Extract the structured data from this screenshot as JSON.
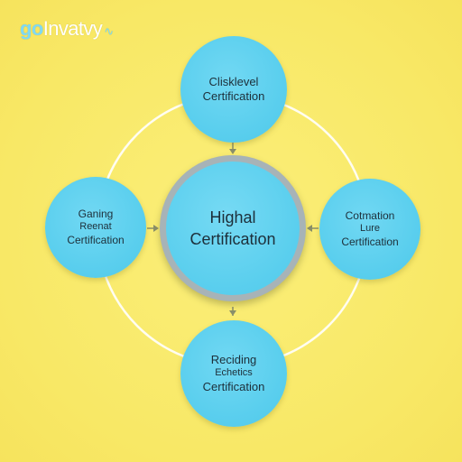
{
  "brand": {
    "prefix": "go",
    "rest": "Invatvy",
    "mark": "∿"
  },
  "colors": {
    "background": "#f9ea6b",
    "node_fill": "#5bcfee",
    "connector": "#ffffff",
    "center_ring": "#a7b3b7",
    "arrow": "#8a8f6a",
    "text": "#1d2f3a"
  },
  "nodes": {
    "top": {
      "lines": [
        "Clisklevel",
        "Certification"
      ]
    },
    "left": {
      "lines": [
        "Ganing",
        "Reenat",
        "Certification"
      ]
    },
    "right": {
      "lines": [
        "Cotmation",
        "Lure",
        "Certification"
      ]
    },
    "bottom": {
      "lines": [
        "Reciding",
        "Echetics",
        "Certification"
      ]
    },
    "center": {
      "lines": [
        "Highal",
        "Certification"
      ]
    }
  }
}
